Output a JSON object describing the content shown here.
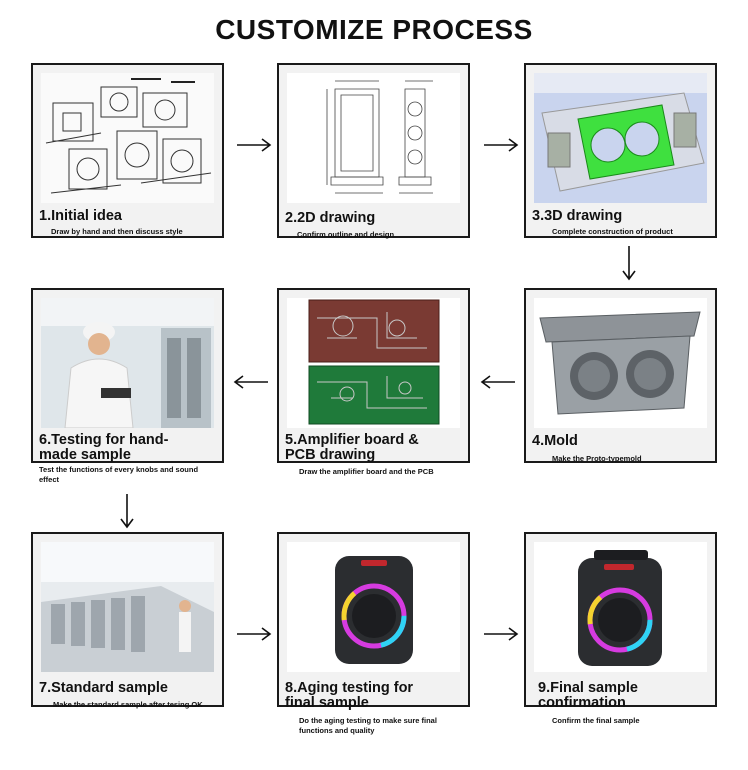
{
  "title": "CUSTOMIZE  PROCESS",
  "steps": [
    {
      "title": "1.Initial idea",
      "subtitle": "Draw by hand and then discuss style"
    },
    {
      "title": "2.2D drawing",
      "subtitle": "Confirm outline and design"
    },
    {
      "title": "3.3D drawing",
      "subtitle": "Complete construction of product"
    },
    {
      "title": "4.Mold",
      "subtitle": "Make the Proto-typemold"
    },
    {
      "title": "5.Amplifier board & PCB drawing",
      "subtitle": "Draw the amplifier board and the PCB"
    },
    {
      "title": "6.Testing for hand-made sample",
      "subtitle": "Test the functions of every knobs and sound effect"
    },
    {
      "title": "7.Standard sample",
      "subtitle": "Make the standard sample after tesing OK"
    },
    {
      "title": "8.Aging testing for final sample",
      "subtitle": "Do the aging testing to make sure final functions and quality"
    },
    {
      "title": "9.Final sample confirmation",
      "subtitle": "Confirm the final sample"
    }
  ],
  "icons": {
    "arrow_right": "arrow-right-icon",
    "arrow_left": "arrow-left-icon",
    "arrow_down": "arrow-down-icon"
  },
  "colors": {
    "card_bg": "#f2f2f2",
    "border": "#1a1a1a",
    "cad_green": "#3fe03f",
    "pcb_red": "#7a3a33",
    "pcb_green": "#1f7a3a"
  }
}
